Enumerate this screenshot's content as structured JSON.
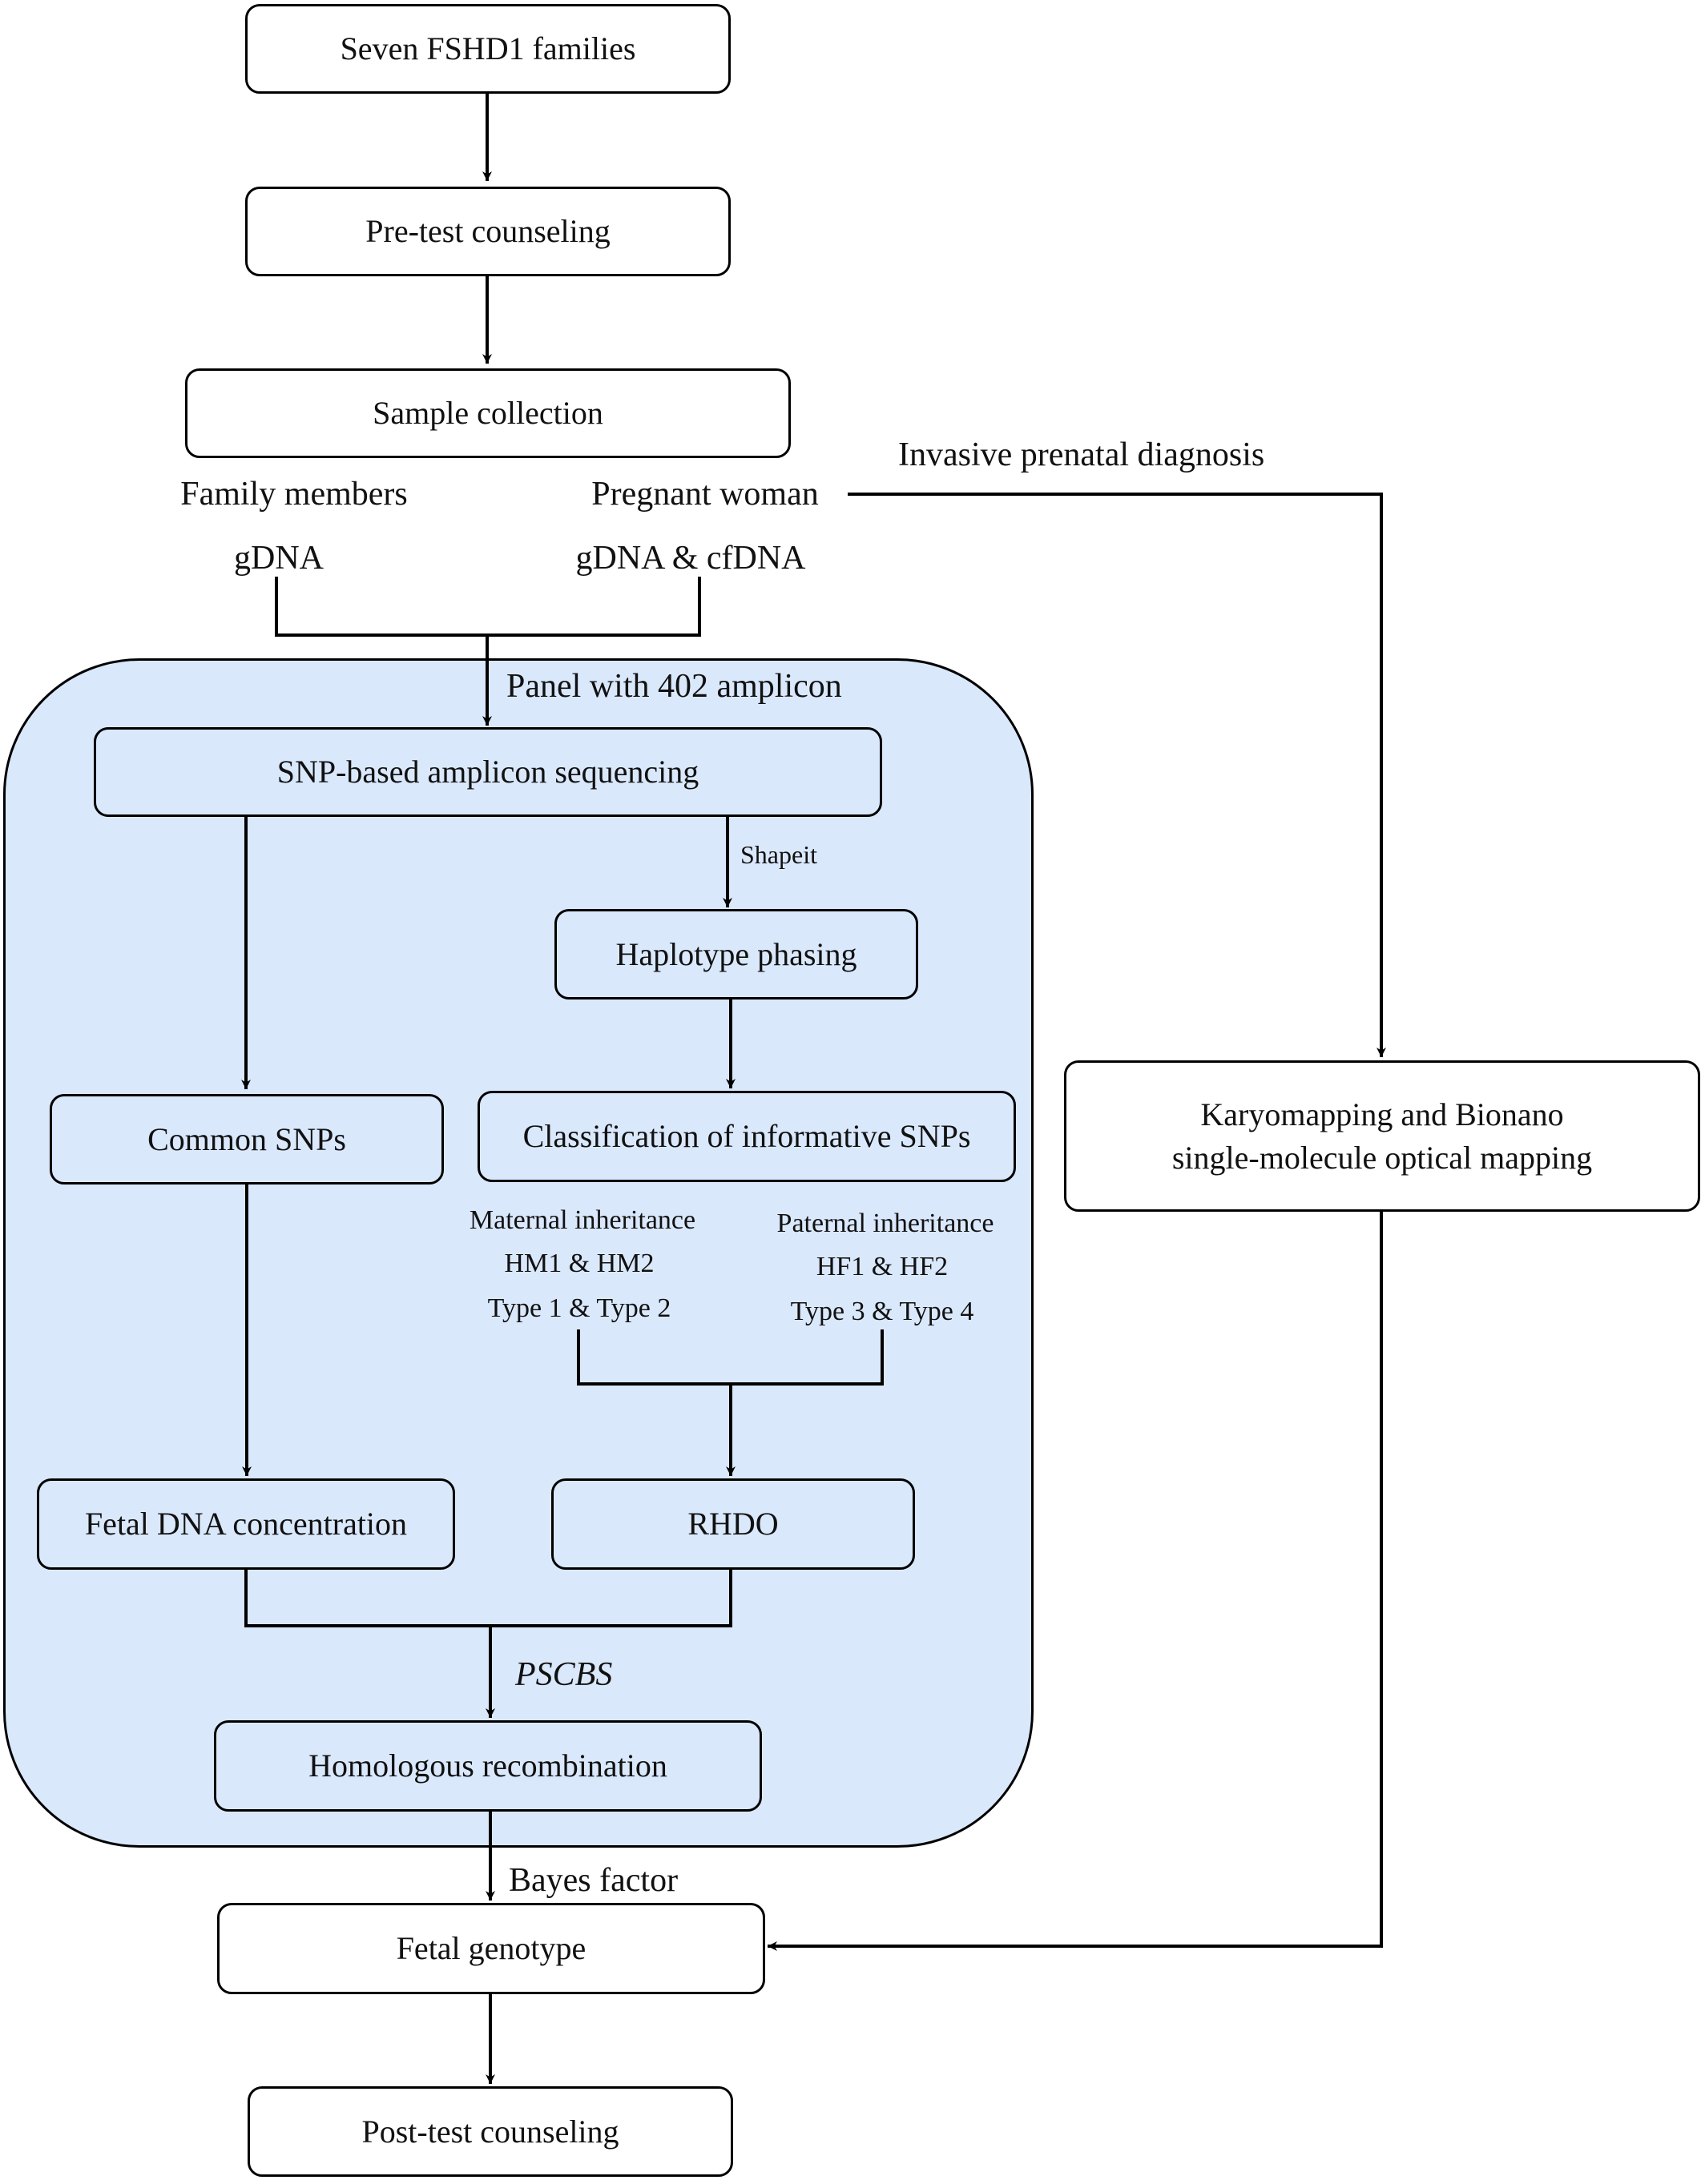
{
  "boxes": {
    "families": "Seven FSHD1 families",
    "pretest": "Pre-test counseling",
    "sample": "Sample collection",
    "snp_seq": "SNP-based amplicon sequencing",
    "haplotype": "Haplotype phasing",
    "common_snps": "Common SNPs",
    "classification": "Classification of informative SNPs",
    "fetal_dna": "Fetal DNA concentration",
    "rhdo": "RHDO",
    "homologous": "Homologous recombination",
    "fetal_genotype": "Fetal genotype",
    "posttest": "Post-test counseling",
    "karyo_line1": "Karyomapping and Bionano",
    "karyo_line2": "single-molecule optical mapping"
  },
  "labels": {
    "family_members": "Family members",
    "pregnant_woman": "Pregnant woman",
    "gdna": "gDNA",
    "gdna_cfdna": "gDNA & cfDNA",
    "invasive": "Invasive prenatal diagnosis",
    "panel": "Panel with 402 amplicon",
    "shapeit": "Shapeit",
    "maternal_1": "Maternal inheritance",
    "maternal_2": "HM1 & HM2",
    "maternal_3": "Type 1 & Type 2",
    "paternal_1": "Paternal inheritance",
    "paternal_2": "HF1 & HF2",
    "paternal_3": "Type 3 & Type 4",
    "pscbs": "PSCBS",
    "bayes": "Bayes factor"
  },
  "colors": {
    "panel_fill": "#dae8fc",
    "stroke": "#000000"
  }
}
